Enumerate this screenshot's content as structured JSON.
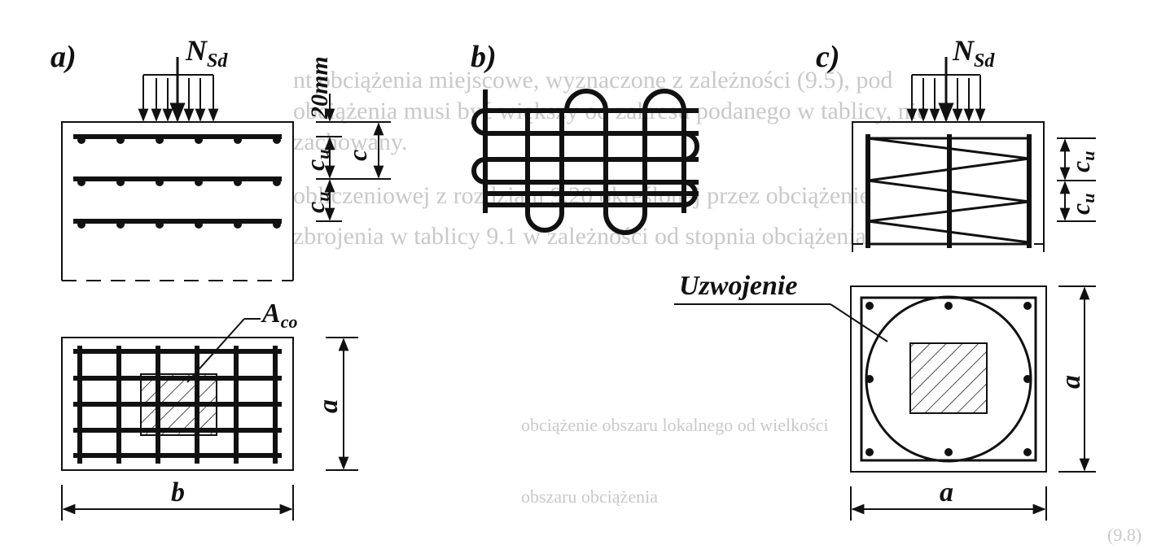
{
  "labels": {
    "panel_a": "a)",
    "panel_b": "b)",
    "panel_c": "c)",
    "load_a": "N",
    "load_a_sub": "Sd",
    "load_c": "N",
    "load_c_sub": "Sd",
    "dim_20mm": "20mm",
    "dim_c": "c",
    "dim_cu_1": "c",
    "dim_cu_1_sub": "u",
    "dim_cu_2": "c",
    "dim_cu_2_sub": "u",
    "dim_cu_3": "c",
    "dim_cu_3_sub": "u",
    "dim_cu_4": "c",
    "dim_cu_4_sub": "u",
    "area": "A",
    "area_sub": "co",
    "dim_a_left": "a",
    "dim_b": "b",
    "spiral": "Uzwojenie",
    "dim_a_right_v": "a",
    "dim_a_right_h": "a"
  },
  "background_text": [
    "nt obciążenia miejscowe, wyznaczone z zależności (9.5), pod",
    "obciążenia musi być większy od zakresu podanego w tablicy, nie",
    "zachowany.",
    "obliczeniowej z rozdziału 9.20 określonej przez obciążenie",
    "zbrojenia w tablicy 9.1 w zależności od stopnia obciążenia",
    "obciążenie obszaru lokalnego od wielkości",
    "obszaru obciążenia",
    "(9.8)"
  ]
}
